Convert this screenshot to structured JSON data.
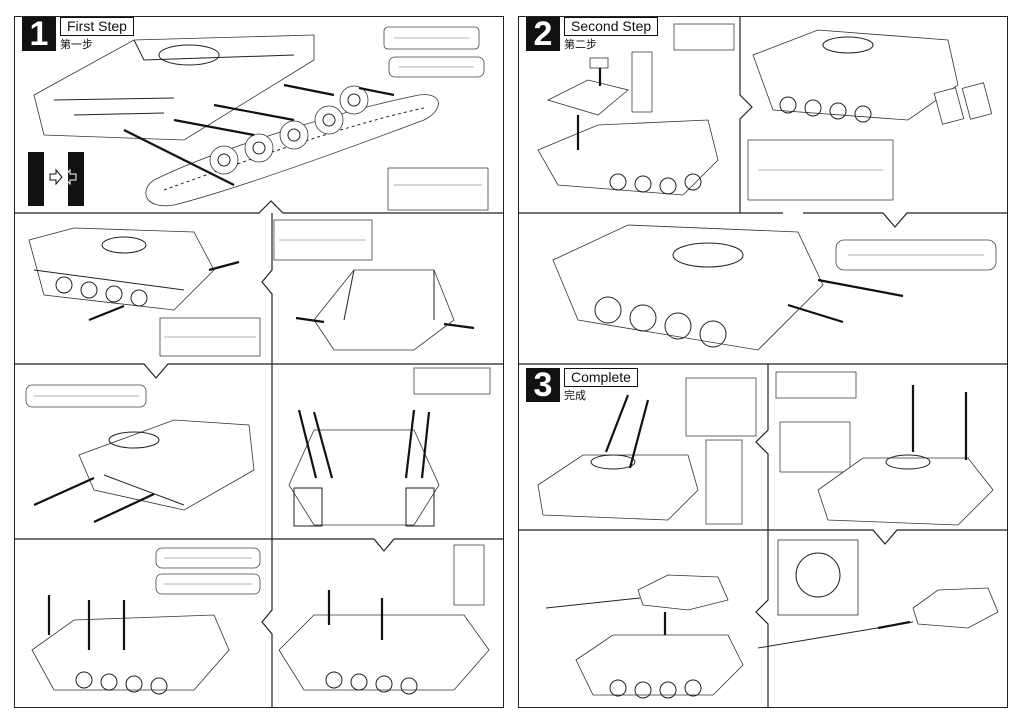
{
  "steps": [
    {
      "number": "1",
      "title": "First Step",
      "subtitle": "第一步"
    },
    {
      "number": "2",
      "title": "Second Step",
      "subtitle": "第二步"
    },
    {
      "number": "3",
      "title": "Complete",
      "subtitle": "完成"
    }
  ],
  "icons": {
    "arrow": "arrow-icon",
    "track_direction": "track-direction-icon",
    "sprue": "sprue-sheet-icon",
    "tank": "tank-hull-icon"
  },
  "colors": {
    "ink": "#111111",
    "paper": "#ffffff"
  }
}
